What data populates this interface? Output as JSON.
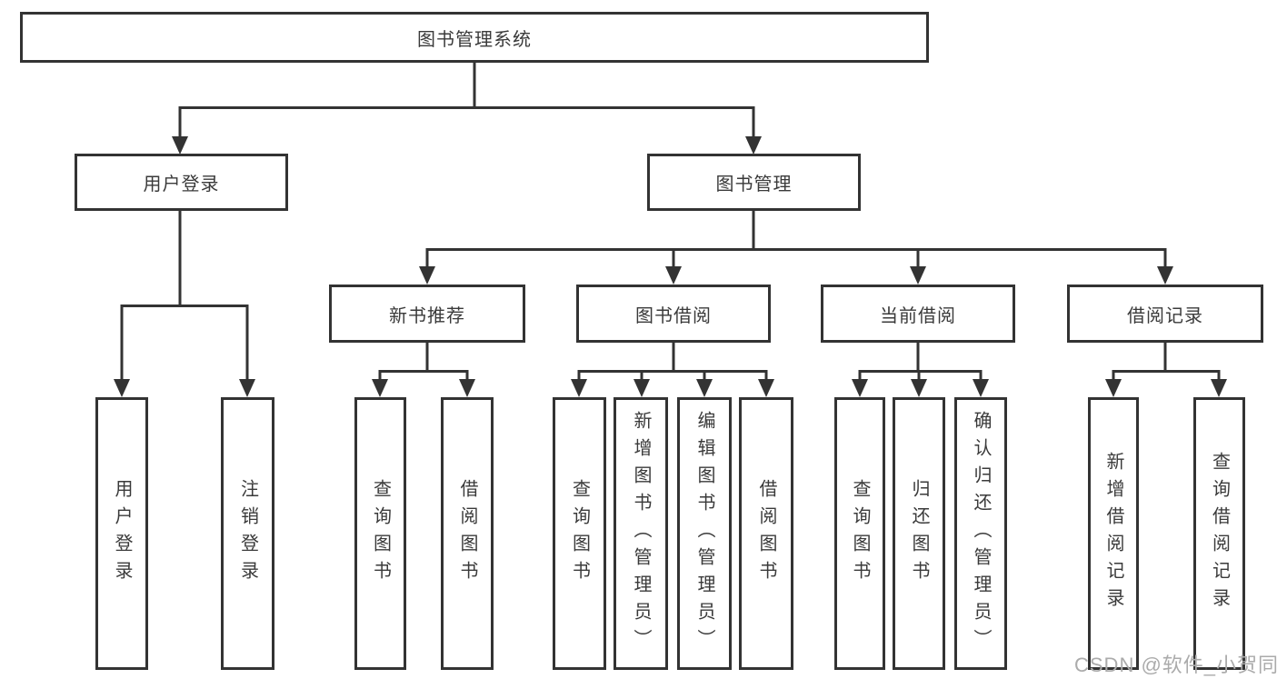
{
  "diagram": {
    "root": {
      "label": "图书管理系统"
    },
    "level2": [
      {
        "label": "用户登录"
      },
      {
        "label": "图书管理"
      }
    ],
    "level3": [
      {
        "label": "新书推荐"
      },
      {
        "label": "图书借阅"
      },
      {
        "label": "当前借阅"
      },
      {
        "label": "借阅记录"
      }
    ],
    "leaves": {
      "user": [
        {
          "label": "用户登录"
        },
        {
          "label": "注销登录"
        }
      ],
      "recommend": [
        {
          "label": "查询图书"
        },
        {
          "label": "借阅图书"
        }
      ],
      "borrow": [
        {
          "label": "查询图书"
        },
        {
          "label": "新增图书（管理员）"
        },
        {
          "label": "编辑图书（管理员）"
        },
        {
          "label": "借阅图书"
        }
      ],
      "current": [
        {
          "label": "查询图书"
        },
        {
          "label": "归还图书"
        },
        {
          "label": "确认归还（管理员）"
        }
      ],
      "records": [
        {
          "label": "新增借阅记录"
        },
        {
          "label": "查询借阅记录"
        }
      ]
    }
  },
  "watermark": "CSDN @软件_小贺同学",
  "colors": {
    "line": "#333333",
    "text": "#3a3a3a",
    "watermark": "#ababab",
    "background": "#ffffff"
  }
}
